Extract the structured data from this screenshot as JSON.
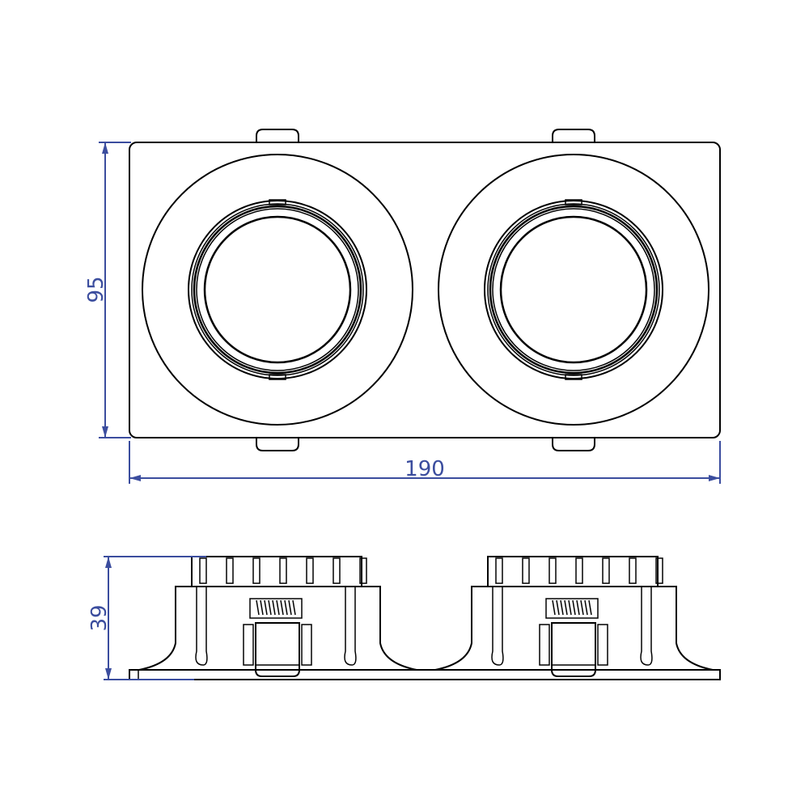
{
  "dimensions": {
    "width": "190",
    "depth": "95",
    "height": "39"
  },
  "colors": {
    "outline": "#000000",
    "dimension": "#3b4d9e"
  }
}
